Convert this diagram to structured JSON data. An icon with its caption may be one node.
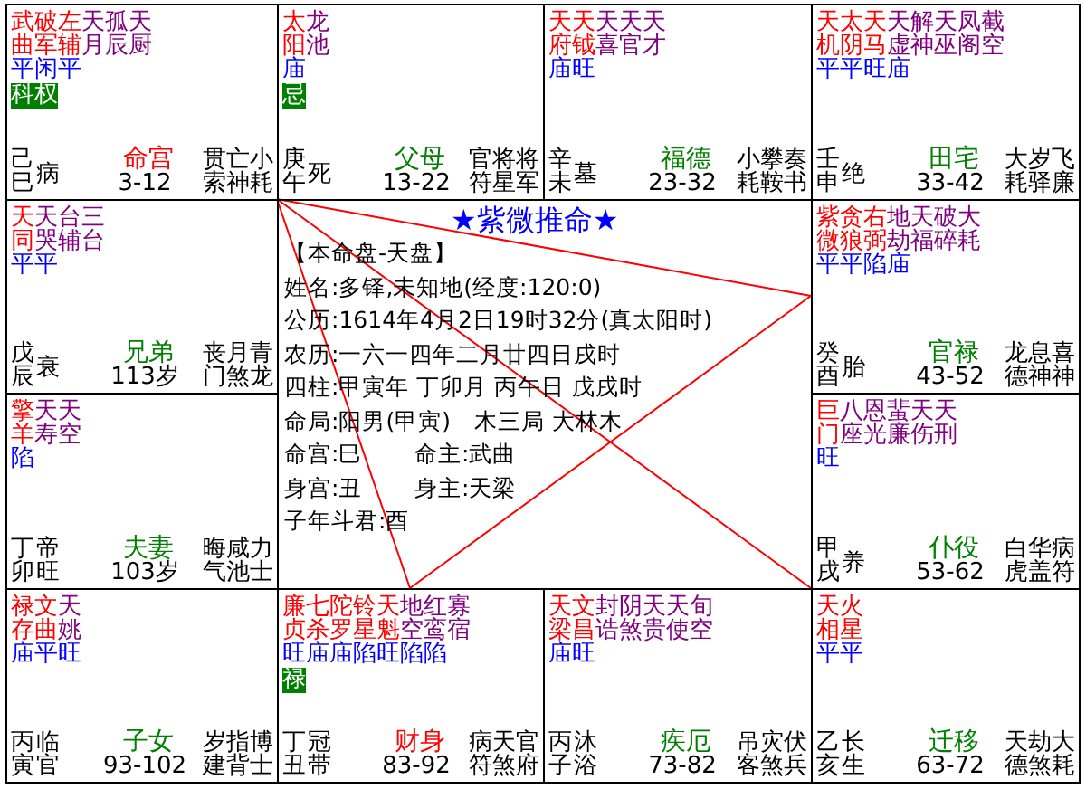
{
  "diagram": {
    "nodes": [
      {
        "text": [
          "武曲",
          "破军",
          "左辅",
          "天月",
          "孤辰",
          "天厨",
          "平闲平",
          "科权",
          "己巳",
          "病",
          "命宫",
          "3-12",
          "贯索",
          "亡神",
          "小耗"
        ]
      },
      {
        "text": [
          "太阳",
          "龙池",
          "庙",
          "忌",
          "庚午",
          "死",
          "父母",
          "13-22",
          "官符",
          "将星",
          "将军"
        ]
      },
      {
        "text": [
          "天府",
          "天钺",
          "天喜",
          "天官",
          "天才",
          "庙旺",
          "辛未",
          "墓",
          "福德",
          "23-32",
          "小耗",
          "攀鞍",
          "奏书"
        ]
      },
      {
        "text": [
          "天机",
          "太阴",
          "天马",
          "天虚",
          "解神",
          "天巫",
          "凤阁",
          "截空",
          "平平旺庙",
          "壬申",
          "绝",
          "田宅",
          "33-42",
          "大耗",
          "岁驿",
          "飞廉"
        ]
      },
      {
        "text": [
          "天同",
          "天哭",
          "台辅",
          "三台",
          "平平",
          "戊辰",
          "衰",
          "兄弟",
          "113岁",
          "丧门",
          "月煞",
          "青龙"
        ]
      },
      {
        "text": [
          "紫微",
          "贪狼",
          "右弼",
          "地劫",
          "天福",
          "破碎",
          "大耗",
          "平平陷庙",
          "癸酉",
          "胎",
          "官禄",
          "43-52",
          "龙德",
          "息神",
          "喜神"
        ]
      },
      {
        "text": [
          "擎羊",
          "天寿",
          "天空",
          "陷",
          "丁卯",
          "帝旺",
          "夫妻",
          "103岁",
          "晦气",
          "咸池",
          "力士"
        ]
      },
      {
        "text": [
          "巨门",
          "八座",
          "恩光",
          "蜚廉",
          "天伤",
          "天刑",
          "旺",
          "甲戌",
          "养",
          "仆役",
          "53-62",
          "白虎",
          "华盖",
          "病符"
        ]
      },
      {
        "text": [
          "禄存",
          "文曲",
          "天姚",
          "庙平旺",
          "丙寅",
          "临官",
          "子女",
          "93-102",
          "岁建",
          "指背",
          "博士"
        ]
      },
      {
        "text": [
          "廉贞",
          "七杀",
          "陀罗",
          "铃星",
          "天魁",
          "地空",
          "红鸾",
          "寡宿",
          "旺庙庙陷旺陷陷",
          "禄",
          "丁丑",
          "冠带",
          "财身",
          "83-92",
          "病符",
          "天煞",
          "官府"
        ]
      },
      {
        "text": [
          "天梁",
          "文昌",
          "封诰",
          "阴煞",
          "天贵",
          "天使",
          "旬空",
          "庙旺",
          "丙子",
          "沐浴",
          "疾厄",
          "73-82",
          "吊客",
          "灾煞",
          "伏兵"
        ]
      },
      {
        "text": [
          "天相",
          "火星",
          "平平",
          "乙亥",
          "长生",
          "迁移",
          "63-72",
          "天德",
          "劫煞",
          "大耗"
        ]
      }
    ],
    "edges": [
      {
        "from": 0,
        "to": 5,
        "arrow": "none"
      },
      {
        "from": 0,
        "to": 9,
        "arrow": "none"
      },
      {
        "from": 9,
        "to": 5,
        "arrow": "none"
      },
      {
        "from": 0,
        "to": 11,
        "arrow": "none"
      }
    ],
    "labels": [
      "★紫微推命★",
      "【本命盘-天盘】",
      "姓名:多铎,未知地(经度:120:0)",
      "公历:1614年4月2日19时32分(真太阳时)",
      "农历:一六一四年二月廿四日戌时",
      "四柱:甲寅年 丁卯月 丙午日 戊戌时",
      "命局:阳男(甲寅)　木三局 大林木",
      "命宫:巳",
      "命主:武曲",
      "身宫:丑",
      "身主:天梁",
      "子年斗君:酉"
    ]
  }
}
